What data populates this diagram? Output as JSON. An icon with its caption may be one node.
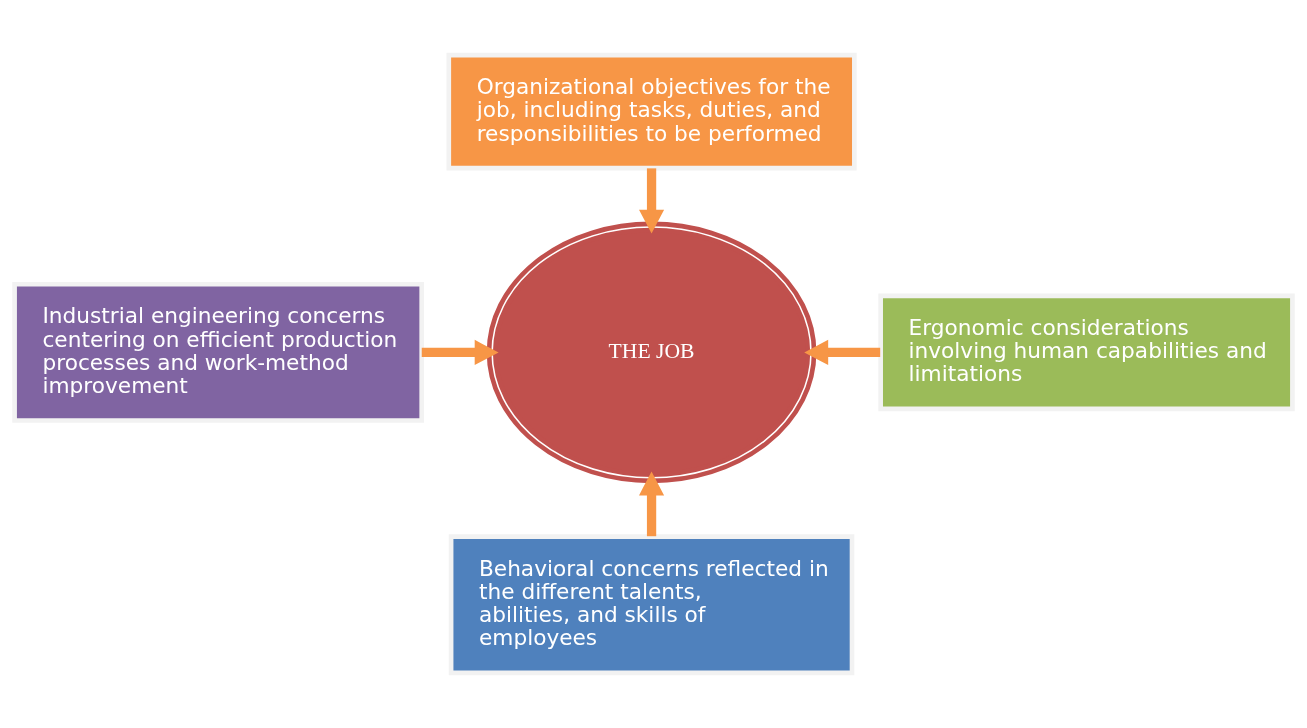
{
  "diagram": {
    "nodes": [
      {
        "text": [
          "Organizational objectives for the job, including tasks, duties, and responsibilities to be performed"
        ]
      },
      {
        "text": [
          "Industrial engineering concerns centering on efficient production processes and work-method improvement"
        ]
      },
      {
        "text": [
          "THE JOB"
        ]
      },
      {
        "text": [
          "Ergonomic considerations involving human capabilities and limitations"
        ]
      },
      {
        "text": [
          "Behavioral concerns reflected in the different talents, abilities, and skills of employees"
        ]
      }
    ],
    "edges": [
      {
        "from": 0,
        "to": 2,
        "arrow": "to"
      },
      {
        "from": 1,
        "to": 2,
        "arrow": "to"
      },
      {
        "from": 3,
        "to": 2,
        "arrow": "to"
      },
      {
        "from": 4,
        "to": 2,
        "arrow": "to"
      }
    ]
  }
}
